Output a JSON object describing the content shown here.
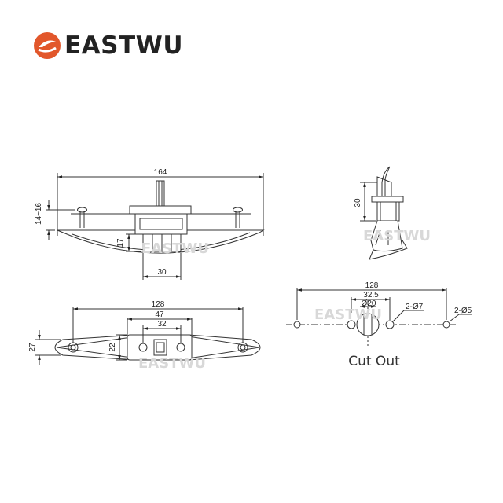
{
  "brand": {
    "name": "EASTWU",
    "color": "#e2572b",
    "text_color": "#222222"
  },
  "watermark": "EASTWU",
  "side_view": {
    "overall_width": "164",
    "height_range": "14~16",
    "height": "17",
    "base_width": "30"
  },
  "end_view": {
    "height": "30"
  },
  "plan_view": {
    "overall_width": "128",
    "plate_width": "47",
    "slot_width": "32",
    "inner_height": "22",
    "overall_height": "27"
  },
  "cut_out": {
    "label": "Cut Out",
    "overall_width": "128",
    "offset": "32.5",
    "center_hole": "Ø20",
    "side_hole": "2-Ø7",
    "end_hole": "2-Ø5"
  }
}
